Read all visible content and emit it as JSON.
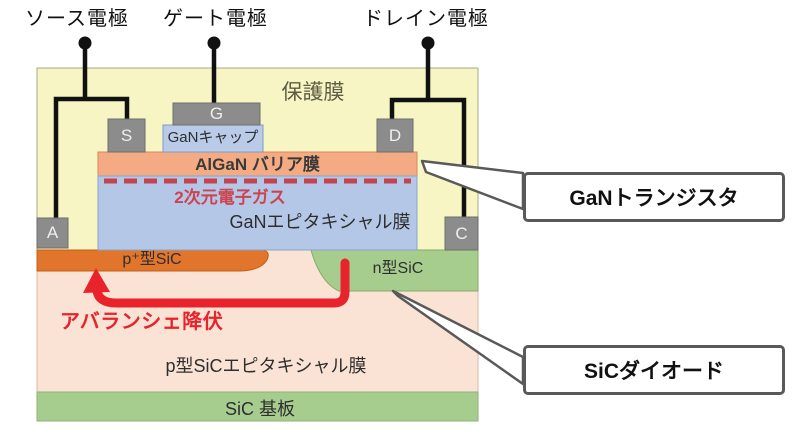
{
  "title": "GaN transistor / SiC diode device cross-section",
  "electrode_labels": {
    "source": "ソース電極",
    "gate": "ゲート電極",
    "drain": "ドレイン電極"
  },
  "terminals": {
    "gate": "G",
    "source": "S",
    "drain": "D",
    "anode": "A",
    "cathode": "C"
  },
  "layers": {
    "protective_film": "保護膜",
    "gan_cap": "GaNキャップ",
    "algan_barrier": "AlGaN バリア膜",
    "two_deg": "2次元電子ガス",
    "gan_epitaxial": "GaNエピタキシャル膜",
    "p_plus_sic": "p⁺型SiC",
    "n_sic": "n型SiC",
    "p_sic_epitaxial": "p型SiCエピタキシャル膜",
    "sic_substrate": "SiC 基板"
  },
  "annotations": {
    "avalanche": "アバランシェ降伏",
    "gan_transistor": "GaNトランジスタ",
    "sic_diode": "SiCダイオード"
  },
  "colors": {
    "protective_film": "#f7f5c3",
    "gan_cap": "#bacbe9",
    "algan_barrier": "#f4ab84",
    "gan_epitaxial": "#b4c7e7",
    "p_plus_sic": "#e1752c",
    "n_sic": "#a6cd8e",
    "p_sic_epitaxial": "#fae3d4",
    "sic_substrate": "#a6cd8e",
    "electrode": "#8c8c8c",
    "wire": "#111111",
    "two_deg": "#c5434e",
    "avalanche": "#e8232b",
    "callout_border": "#595959"
  }
}
